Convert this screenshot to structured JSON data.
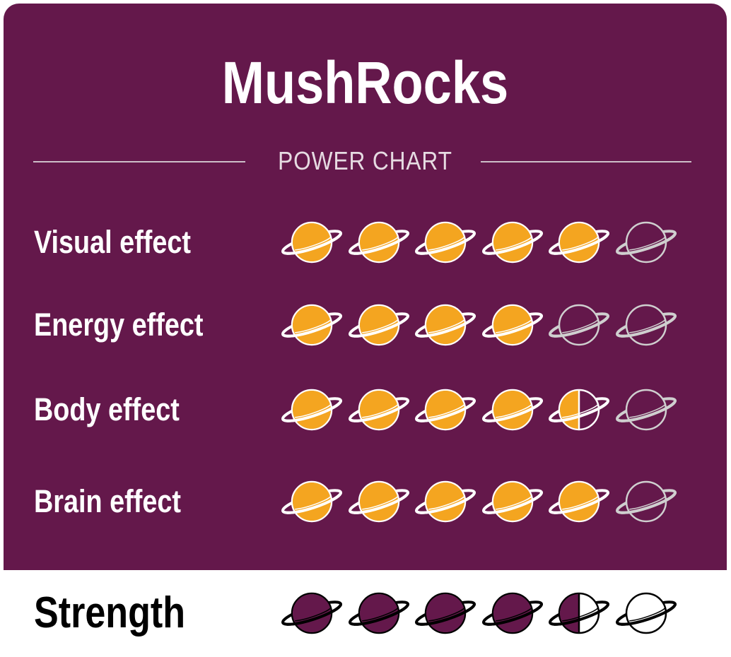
{
  "title": "MushRocks",
  "subtitle": "POWER CHART",
  "max_rating": 6,
  "colors": {
    "background": "#64184b",
    "planet_fill": "#f4a520",
    "planet_empty_outline": "#cfcfcf",
    "strength_fill": "#64184b"
  },
  "effects": [
    {
      "label": "Visual effect",
      "rating": 5
    },
    {
      "label": "Energy effect",
      "rating": 4
    },
    {
      "label": "Body effect",
      "rating": 4.5
    },
    {
      "label": "Brain effect",
      "rating": 5
    }
  ],
  "strength": {
    "label": "Strength",
    "rating": 4.5
  },
  "icon": "planet-icon"
}
